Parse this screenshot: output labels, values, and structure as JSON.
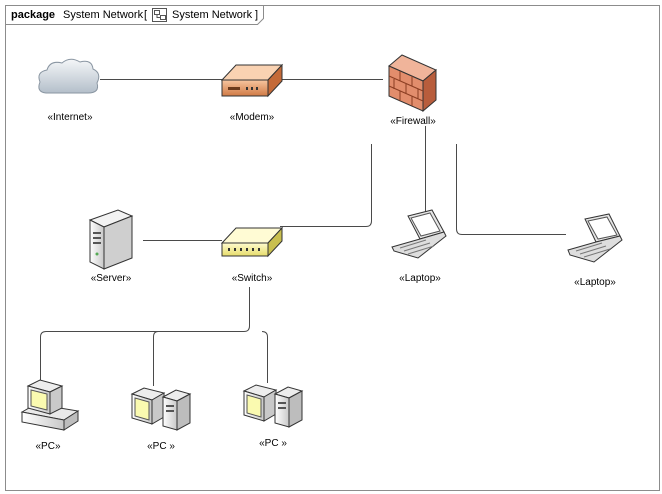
{
  "package": {
    "keyword": "package",
    "name": "System Network",
    "bracket_open": "[",
    "diagram_name": "System Network",
    "bracket_close": "]",
    "icon": "package-diagram-icon"
  },
  "nodes": {
    "internet": {
      "label": "«Internet»",
      "icon": "cloud-icon"
    },
    "modem": {
      "label": "«Modem»",
      "icon": "modem-icon"
    },
    "firewall": {
      "label": "«Firewall»",
      "icon": "firewall-icon"
    },
    "server": {
      "label": "«Server»",
      "icon": "server-icon"
    },
    "switch": {
      "label": "«Switch»",
      "icon": "switch-icon"
    },
    "laptop1": {
      "label": "«Laptop»",
      "icon": "laptop-icon"
    },
    "laptop2": {
      "label": "«Laptop»",
      "icon": "laptop-icon"
    },
    "pc1": {
      "label": "«PC»",
      "icon": "pc-icon"
    },
    "pc2": {
      "label": "«PC »",
      "icon": "pc-icon"
    },
    "pc3": {
      "label": "«PC »",
      "icon": "pc-icon"
    }
  },
  "colors": {
    "frame": "#8c8c8c",
    "connector": "#4a4a4a",
    "modem": "#e8a070",
    "firewall": "#d9785a",
    "switch": "#f2ef9a",
    "cloud": "#c9d3dd",
    "screen": "#fafab0"
  }
}
